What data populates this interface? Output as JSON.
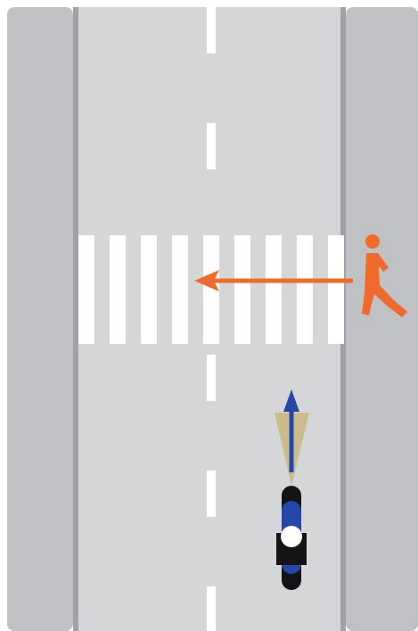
{
  "scene": {
    "description_tags": [
      "road-top-view",
      "pedestrian-crossing",
      "motorcycle"
    ],
    "colors": {
      "background": "#ffffff",
      "sidewalk": "#c0c1c4",
      "curb": "#a1a2a6",
      "road": "#d5d6d8",
      "lane_marking": "#ffffff",
      "crosswalk_stripe": "#ffffff",
      "pedestrian": "#f06b2b",
      "pedestrian_arrow": "#f06b2b",
      "motorcycle_body": "#2447a8",
      "motorcycle_tire": "#141414",
      "motorcycle_handlebar": "#141414",
      "rider_helmet": "#ffffff",
      "headlight_beam": "#cbbc8a",
      "motorcycle_arrow": "#2447a8"
    },
    "icons": {
      "pedestrian": "walking-person-icon",
      "motorcycle": "motorcycle-top-view-icon",
      "pedestrian_direction": "arrow-left-icon",
      "motorcycle_direction": "arrow-up-icon"
    },
    "crosswalk": {
      "stripe_count": 9
    },
    "center_line": {
      "dash_count": 6
    }
  }
}
